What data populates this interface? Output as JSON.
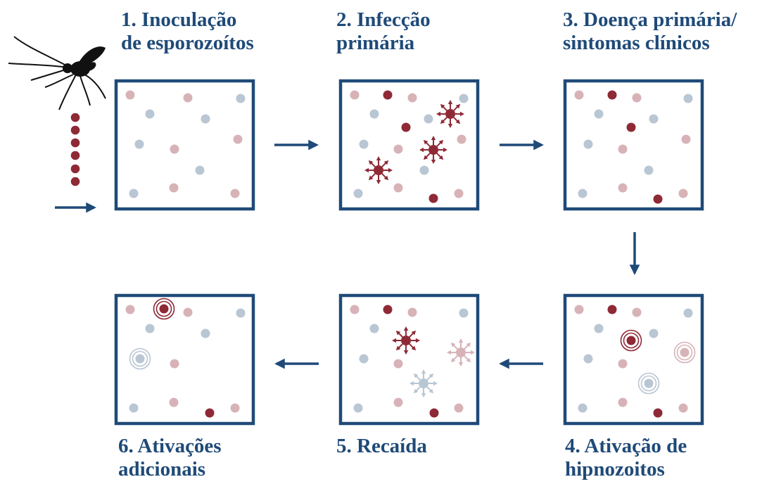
{
  "colors": {
    "navy": "#1f4a78",
    "dark_red": "#8e2a36",
    "light_pink": "#d7b3b8",
    "light_blue": "#b9c6d3"
  },
  "icons": {
    "mosquito": "mosquito-icon",
    "arrow": "arrow-icon"
  },
  "stages": [
    {
      "number": "1.",
      "lines": [
        "Inoculação",
        "de esporozoítos"
      ]
    },
    {
      "number": "2.",
      "lines": [
        "Infecção",
        "primária"
      ]
    },
    {
      "number": "3.",
      "lines": [
        "Doença primária/",
        "sintomas clínicos"
      ]
    },
    {
      "number": "4.",
      "lines": [
        "Ativação de",
        "hipnozoitos"
      ]
    },
    {
      "number": "5.",
      "lines": [
        "Recaída",
        ""
      ]
    },
    {
      "number": "6.",
      "lines": [
        "Ativações",
        "adicionais"
      ]
    }
  ]
}
